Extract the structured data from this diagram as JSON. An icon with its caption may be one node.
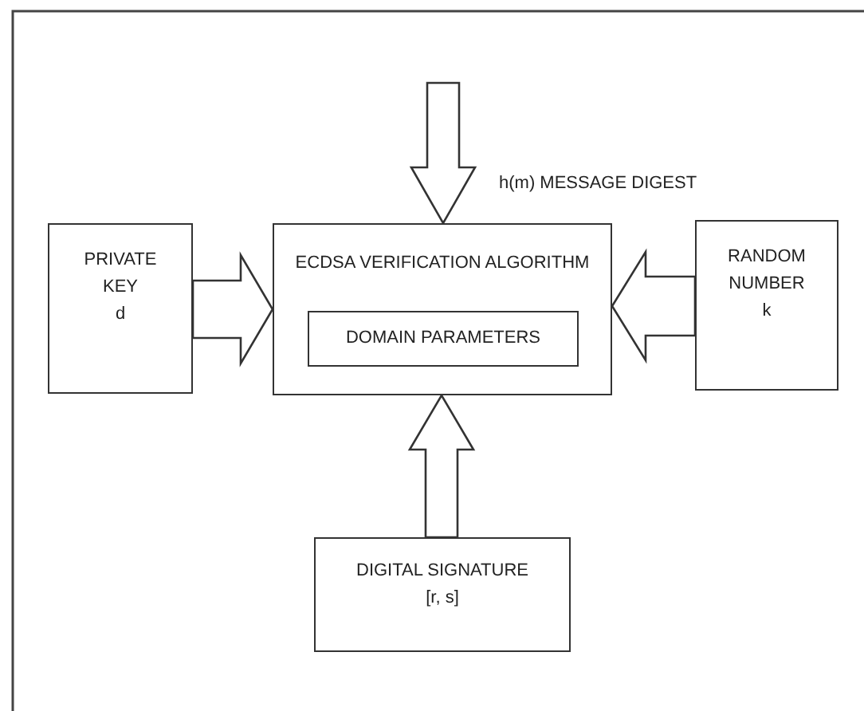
{
  "diagram": {
    "nodes": [
      {
        "text": [
          "PRIVATE KEY",
          "d"
        ]
      },
      {
        "text": [
          "ECDSA VERIFICATION ALGORITHM"
        ]
      },
      {
        "text": [
          "DOMAIN PARAMETERS"
        ],
        "in": 1
      },
      {
        "text": [
          "RANDOM NUMBER",
          "k"
        ]
      },
      {
        "text": [
          "DIGITAL SIGNATURE",
          "[r, s]"
        ]
      }
    ],
    "edges": [
      {
        "from": null,
        "to": 1,
        "arrow": "to"
      },
      {
        "from": 0,
        "to": 1,
        "arrow": "to"
      },
      {
        "from": 3,
        "to": 1,
        "arrow": "to"
      },
      {
        "from": 4,
        "to": 1,
        "arrow": "to"
      }
    ],
    "labels": [
      "h(m) MESSAGE DIGEST"
    ]
  }
}
